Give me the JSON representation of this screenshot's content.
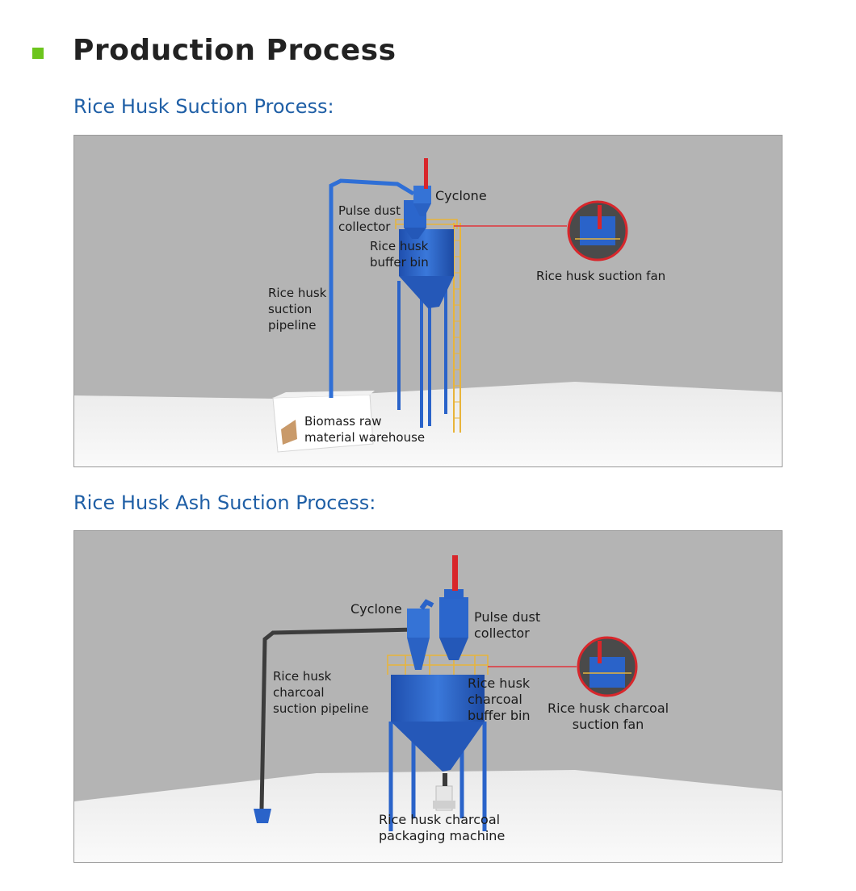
{
  "page_title": "Production Process",
  "sections": [
    {
      "title": "Rice Husk Suction Process:",
      "labels": {
        "cyclone": "Cyclone",
        "pulse_dust_collector": "Pulse dust\ncollector",
        "buffer_bin": "Rice husk\nbuffer bin",
        "suction_fan": "Rice husk suction fan",
        "suction_pipeline": "Rice husk\nsuction\npipeline",
        "warehouse": "Biomass raw\nmaterial warehouse"
      }
    },
    {
      "title": "Rice Husk Ash Suction Process:",
      "labels": {
        "cyclone": "Cyclone",
        "pulse_dust_collector": "Pulse dust\ncollector",
        "suction_pipeline": "Rice husk\ncharcoal\nsuction pipeline",
        "buffer_bin": "Rice husk\ncharcoal\nbuffer bin",
        "suction_fan": "Rice husk charcoal\nsuction fan",
        "packaging_machine": "Rice husk charcoal\npackaging machine"
      }
    }
  ],
  "colors": {
    "accent_square": "#6cc51d",
    "section_title": "#1f5fa6",
    "equipment_blue": "#2a63c9",
    "exhaust_red": "#d8262b",
    "callout_line": "#e0353b",
    "pipeline_dark": "#3c3c3c",
    "railing_yellow": "#e8b43a"
  },
  "icons": [
    "header-square-icon",
    "magnifier-callout-icon"
  ]
}
